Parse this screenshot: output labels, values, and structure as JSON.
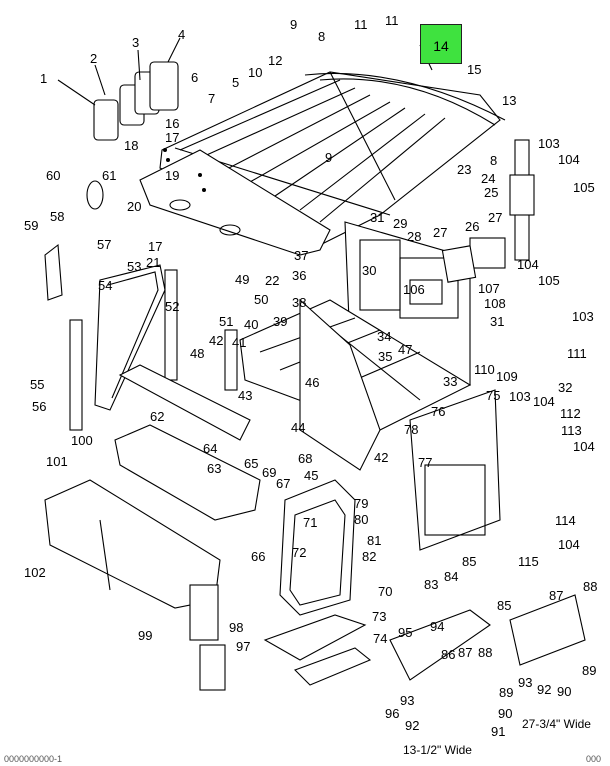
{
  "highlight": {
    "label": "14",
    "color": "#3fe23f"
  },
  "labels": {
    "n1": "1",
    "n2": "2",
    "n3": "3",
    "n4": "4",
    "n5": "5",
    "n6": "6",
    "n7": "7",
    "n8a": "8",
    "n8b": "8",
    "n9": "9",
    "n10": "10",
    "n11a": "11",
    "n11b": "11",
    "n12": "12",
    "n13": "13",
    "n15": "15",
    "n16": "16",
    "n17a": "17",
    "n17b": "17",
    "n18": "18",
    "n19": "19",
    "n20": "20",
    "n21": "21",
    "n22": "22",
    "n23": "23",
    "n24": "24",
    "n25": "25",
    "n26": "26",
    "n27a": "27",
    "n27b": "27",
    "n28": "28",
    "n29": "29",
    "n30": "30",
    "n31a": "31",
    "n31b": "31",
    "n32": "32",
    "n33": "33",
    "n34": "34",
    "n35": "35",
    "n36": "36",
    "n37": "37",
    "n38": "38",
    "n39": "39",
    "n40": "40",
    "n41": "41",
    "n42a": "42",
    "n42b": "42",
    "n43": "43",
    "n44": "44",
    "n45": "45",
    "n46": "46",
    "n47": "47",
    "n48": "48",
    "n49": "49",
    "n50": "50",
    "n51": "51",
    "n52": "52",
    "n53": "53",
    "n54": "54",
    "n55": "55",
    "n56": "56",
    "n57": "57",
    "n58": "58",
    "n59": "59",
    "n60": "60",
    "n61": "61",
    "n62": "62",
    "n63": "63",
    "n64": "64",
    "n65": "65",
    "n66": "66",
    "n67": "67",
    "n68": "68",
    "n69": "69",
    "n70": "70",
    "n71": "71",
    "n72": "72",
    "n73": "73",
    "n74": "74",
    "n75": "75",
    "n76": "76",
    "n77": "77",
    "n78": "78",
    "n79": "79",
    "n80": "80",
    "n81": "81",
    "n82": "82",
    "n83": "83",
    "n84": "84",
    "n85": "85",
    "n85b": "85",
    "n86": "86",
    "n87a": "87",
    "n87b": "87",
    "n88a": "88",
    "n88b": "88",
    "n89a": "89",
    "n89b": "89",
    "n90a": "90",
    "n90b": "90",
    "n91": "91",
    "n92a": "92",
    "n92b": "92",
    "n93a": "93",
    "n93b": "93",
    "n94": "94",
    "n95": "95",
    "n96": "96",
    "n97": "97",
    "n98": "98",
    "n99": "99",
    "n100": "100",
    "n101": "101",
    "n102": "102",
    "n103a": "103",
    "n103b": "103",
    "n103c": "103",
    "n104a": "104",
    "n104b": "104",
    "n104c": "104",
    "n104d": "104",
    "n104e": "104",
    "n105a": "105",
    "n105b": "105",
    "n106": "106",
    "n107": "107",
    "n108": "108",
    "n109": "109",
    "n110": "110",
    "n111": "111",
    "n112": "112",
    "n113": "113",
    "n114": "114",
    "n115": "115"
  },
  "captions": {
    "narrow": "13-1/2\" Wide",
    "wide": "27-3/4\" Wide"
  },
  "footer": {
    "left": "0000000000-1",
    "right": "000"
  }
}
